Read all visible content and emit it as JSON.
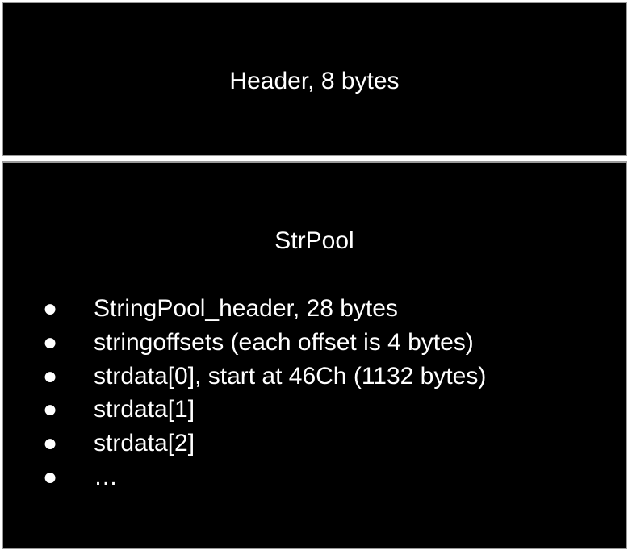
{
  "header": {
    "label": "Header, 8 bytes"
  },
  "strpool": {
    "title": "StrPool",
    "bullet_glyph": "●",
    "items": [
      "StringPool_header, 28 bytes",
      "stringoffsets (each offset is 4 bytes)",
      "strdata[0], start at 46Ch (1132 bytes)",
      "strdata[1]",
      "strdata[2]",
      "…"
    ]
  },
  "colors": {
    "block_fill": "#000000",
    "block_border": "#9a9a9a",
    "text": "#ffffff",
    "background": "#ffffff"
  }
}
